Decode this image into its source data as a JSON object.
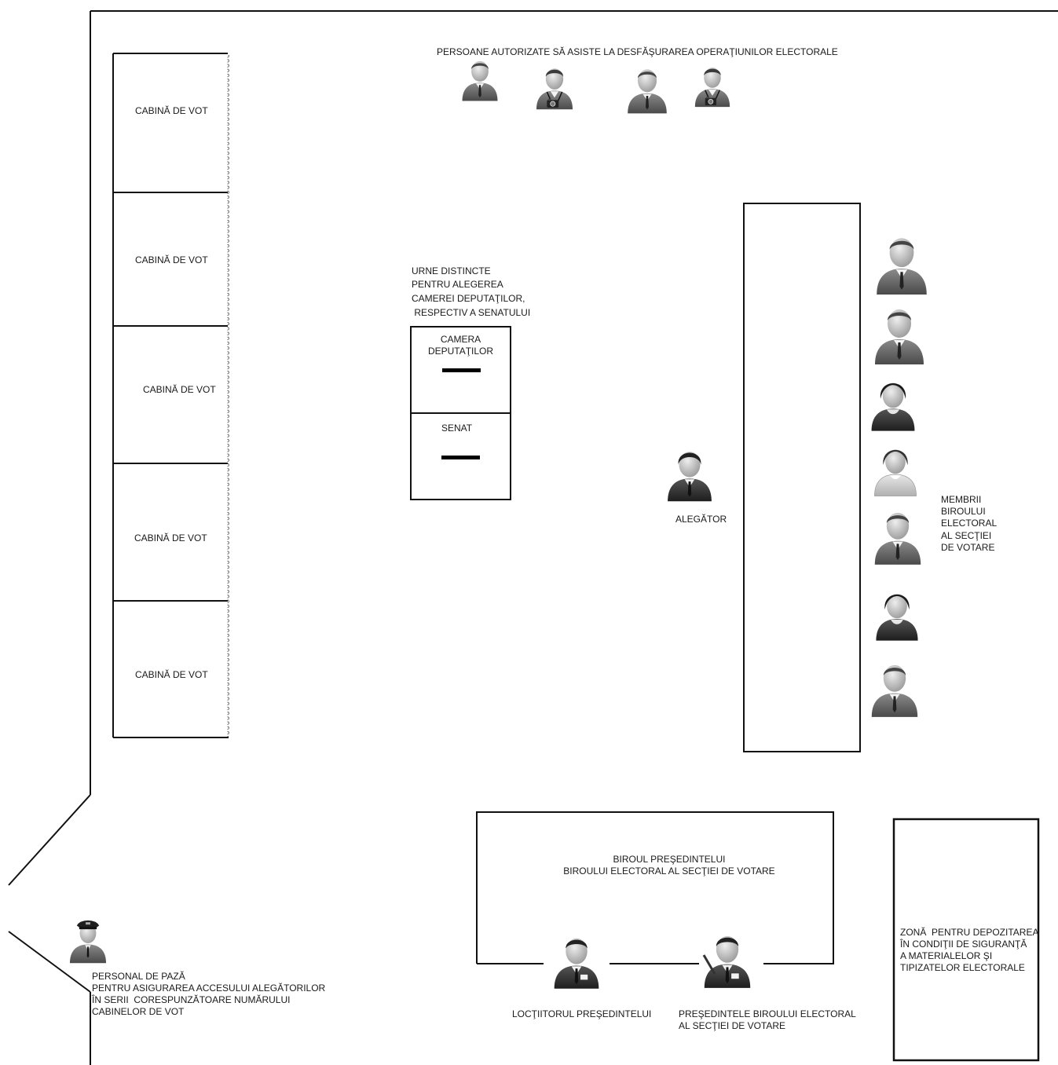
{
  "authorized_persons_label": "PERSOANE AUTORIZATE SĂ ASISTE LA DESFĂŞURAREA OPERAŢIUNILOR ELECTORALE",
  "booths": [
    {
      "label": "CABINĂ DE VOT"
    },
    {
      "label": "CABINĂ DE VOT"
    },
    {
      "label": "CABINĂ DE VOT"
    },
    {
      "label": "CABINĂ DE VOT"
    },
    {
      "label": "CABINĂ DE VOT"
    }
  ],
  "urns": {
    "caption": [
      "URNE DISTINCTE",
      "PENTRU ALEGEREA",
      "CAMEREI DEPUTAŢILOR,",
      " RESPECTIV A SENATULUI"
    ],
    "chamber": [
      "CAMERA",
      "DEPUTAŢILOR"
    ],
    "senate": "SENAT"
  },
  "voter_label": "ALEGĂTOR",
  "members_label": [
    "MEMBRII",
    "BIROULUI",
    "ELECTORAL",
    "AL SECŢIEI",
    "DE VOTARE"
  ],
  "president_office": [
    "BIROUL PREŞEDINTELUI",
    "BIROULUI ELECTORAL AL SECŢIEI DE VOTARE"
  ],
  "deputy_label": "LOCŢIITORUL PREŞEDINTELUI",
  "president_label": [
    "PREŞEDINTELE BIROULUI ELECTORAL",
    "AL SECŢIEI DE VOTARE"
  ],
  "storage_zone": [
    "ZONĂ  PENTRU DEPOZITAREA",
    "ÎN CONDIŢII DE SIGURANŢĂ",
    "A MATERIALELOR ŞI",
    "TIPIZATELOR ELECTORALE"
  ],
  "guard_label": [
    "PERSONAL DE PAZĂ",
    "PENTRU ASIGURAREA ACCESULUI ALEGĂTORILOR",
    "ÎN SERII  CORESPUNZĂTOARE NUMĂRULUI",
    "CABINELOR DE VOT"
  ],
  "colors": {
    "line": "#111111",
    "person_dark": "#2a2a2a",
    "person_mid": "#6e6e6e",
    "person_light": "#bdbdbd",
    "skin": "#cfcfcf"
  }
}
